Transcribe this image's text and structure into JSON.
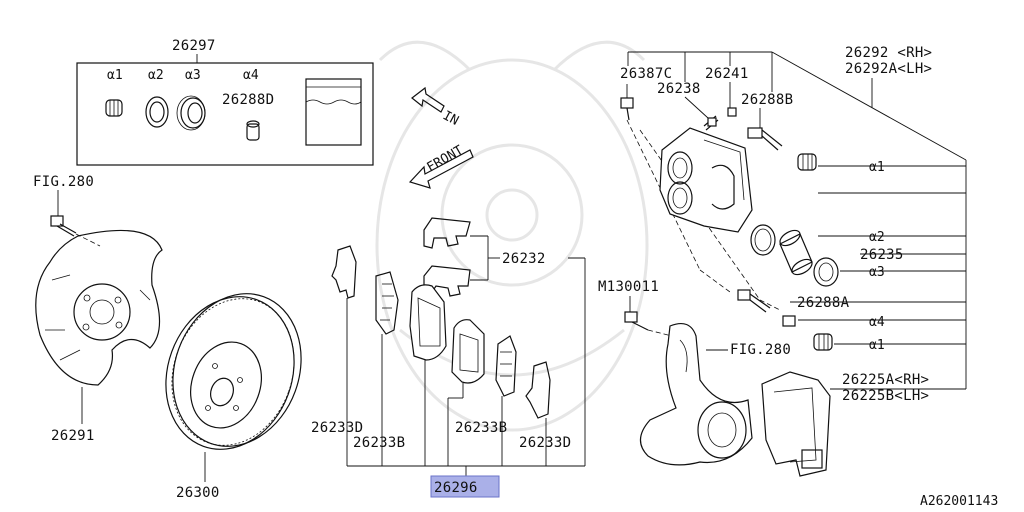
{
  "diagram_id": "A262001143",
  "highlighted_part": "26296",
  "kit": {
    "number": "26297",
    "items": [
      {
        "alpha": "α1"
      },
      {
        "alpha": "α2"
      },
      {
        "alpha": "α3"
      },
      {
        "alpha": "α4",
        "number": "26288D"
      }
    ]
  },
  "direction": {
    "in": "IN",
    "front": "FRONT"
  },
  "labels": {
    "fig_280_left": "FIG.280",
    "fig_280_right": "FIG.280",
    "p26291": "26291",
    "p26300": "26300",
    "p26232": "26232",
    "p26233d_l": "26233D",
    "p26233b_l": "26233B",
    "p26233b_r": "26233B",
    "p26233d_r": "26233D",
    "p26296": "26296",
    "p26387c": "26387C",
    "p26238": "26238",
    "p26241": "26241",
    "p26288b": "26288B",
    "p26292_rh": "26292 <RH>",
    "p26292a_lh": "26292A<LH>",
    "a1_top": "α1",
    "a2": "α2",
    "p26235": "26235",
    "a3": "α3",
    "m130011": "M130011",
    "p26288a": "26288A",
    "a4": "α4",
    "a1_bottom": "α1",
    "p26225a_rh": "26225A<RH>",
    "p26225b_lh": "26225B<LH>"
  }
}
